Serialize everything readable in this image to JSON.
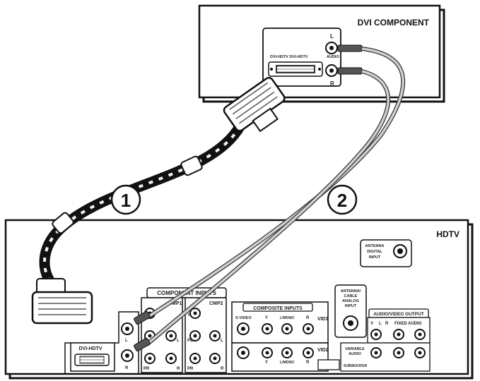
{
  "devices": {
    "dvi_component": {
      "title": "DVI COMPONENT",
      "dvi_label": "DVI-HDTV DVI-HDTV",
      "audio_label": "AUDIO",
      "left": "L",
      "right": "R"
    },
    "hdtv": {
      "title": "HDTV",
      "antenna_digital": [
        "ANTENNA",
        "DIGITAL",
        "INPUT"
      ],
      "antenna_cable": [
        "ANTENNA/",
        "CABLE",
        "ANALOG",
        "INPUT"
      ],
      "dvi_label": "DVI-HDTV",
      "left": "L",
      "right": "R",
      "component_inputs": "COMPONENT INPUTS",
      "cmp1": "CMP1",
      "cmp2": "CMP2",
      "y": "Y",
      "pb": "PB",
      "pr": "PR",
      "composite_inputs": "COMPOSITE INPUTS",
      "s_video": "S-VIDEO",
      "l_mono": "L/MONO",
      "vid1": "VID1",
      "vid2": "VID2",
      "av_output": "AUDIO/VIDEO OUTPUT",
      "fixed_audio": "FIXED AUDIO",
      "variable_audio": [
        "VARIABLE",
        "AUDIO"
      ],
      "subwoofer": "SUBWOOFER"
    }
  },
  "callouts": {
    "dvi_cable": "1",
    "audio_cable": "2"
  },
  "colors": {
    "line": "#111111",
    "cable_dark": "#1a1a1a",
    "cable_light": "#c8c8c8",
    "panel_gray": "#e6e6e6"
  }
}
